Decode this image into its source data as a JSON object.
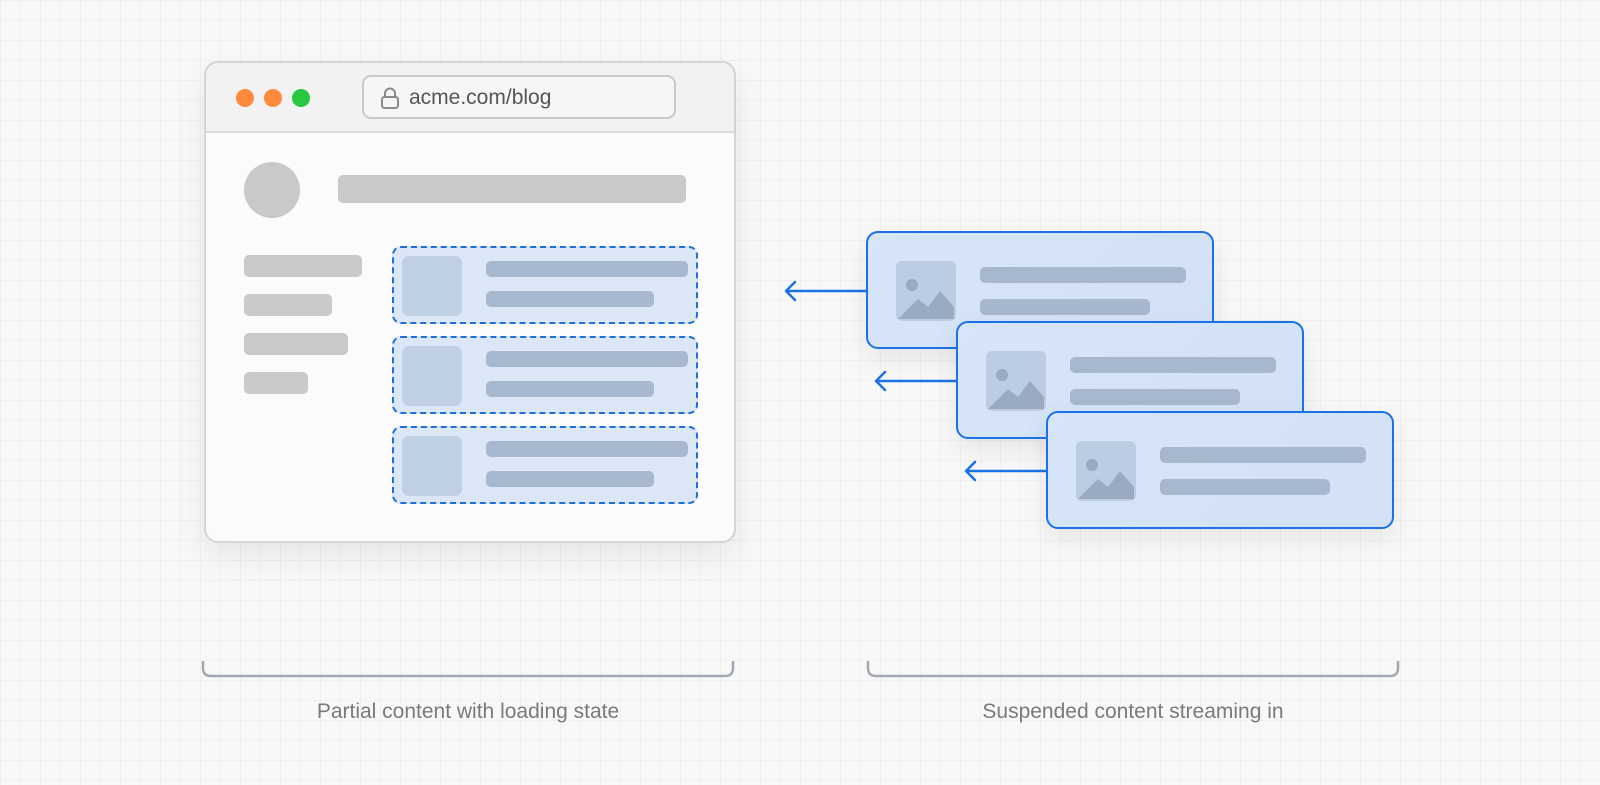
{
  "browser": {
    "url": "acme.com/blog",
    "traffic_lights": [
      "#ff8a3c",
      "#ff8a3c",
      "#28c840"
    ]
  },
  "colors": {
    "accent_blue": "#1a72e6",
    "slot_fill": "#dbe6f6",
    "placeholder_gray": "#cacaca"
  },
  "icons": [
    "lock-icon",
    "image-icon",
    "arrow-left-icon"
  ],
  "captions": {
    "left": "Partial content with loading state",
    "right": "Suspended content streaming in"
  }
}
